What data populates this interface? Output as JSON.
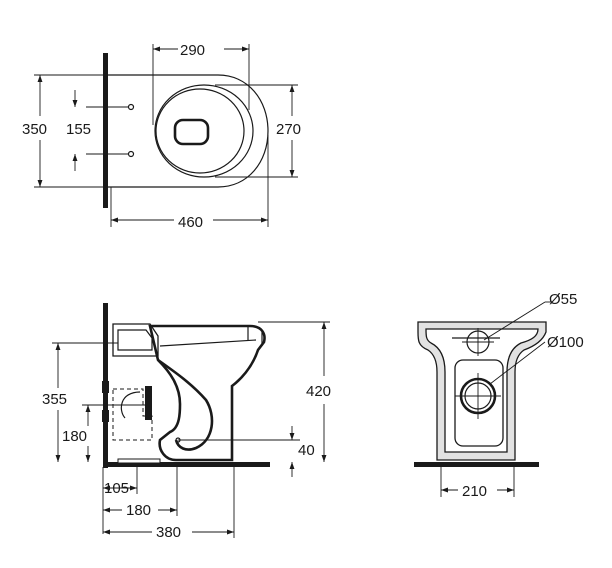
{
  "top_view": {
    "width_top": "290",
    "height_left": "350",
    "fixing_distance": "155",
    "seat_width": "270",
    "length": "460"
  },
  "side_view": {
    "height": "420",
    "outlet_height": "355",
    "inlet_height": "180",
    "floor_outlet_height": "40",
    "bottom_105": "105",
    "bottom_180": "180",
    "bottom_380": "380"
  },
  "front_view": {
    "inlet_diameter": "Ø55",
    "outlet_diameter": "Ø100",
    "base_width": "210"
  }
}
